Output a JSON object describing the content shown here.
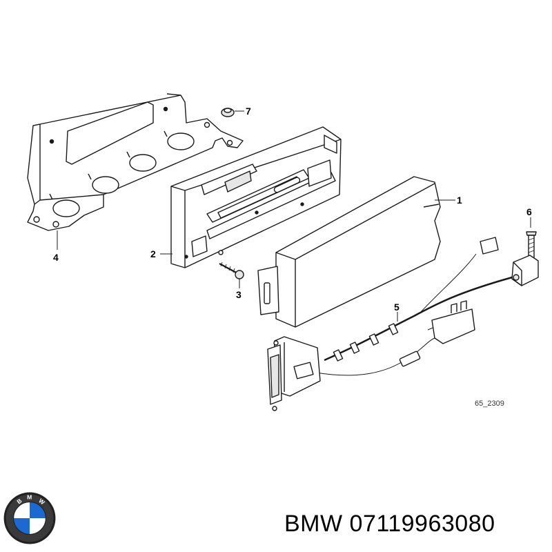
{
  "callouts": [
    {
      "id": "1",
      "label": "1"
    },
    {
      "id": "2",
      "label": "2"
    },
    {
      "id": "3",
      "label": "3"
    },
    {
      "id": "4",
      "label": "4"
    },
    {
      "id": "5",
      "label": "5"
    },
    {
      "id": "6",
      "label": "6"
    },
    {
      "id": "7",
      "label": "7"
    }
  ],
  "diagram_ref": "65_2309",
  "brand": {
    "name": "BMW",
    "part_number": "07119963080",
    "caption": "BMW 07119963080"
  },
  "logo": {
    "letters": "BMW",
    "colors": {
      "blue": "#1c69d4",
      "ring": "#000000",
      "white": "#ffffff"
    }
  },
  "colors": {
    "line": "#1a1a1a",
    "fill": "#ffffff",
    "shade": "#e6e6e6"
  }
}
